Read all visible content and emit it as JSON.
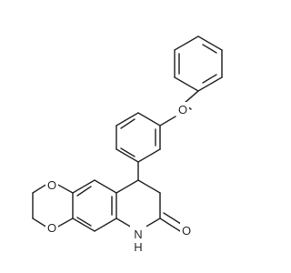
{
  "molecule": {
    "atoms": [
      {
        "id": "O_ether",
        "label": "O"
      },
      {
        "id": "O_dioxane_top",
        "label": "O"
      },
      {
        "id": "O_dioxane_bottom",
        "label": "O"
      },
      {
        "id": "N_amide",
        "label": "N",
        "sub_label": "H"
      },
      {
        "id": "O_carbonyl",
        "label": "O"
      }
    ]
  }
}
